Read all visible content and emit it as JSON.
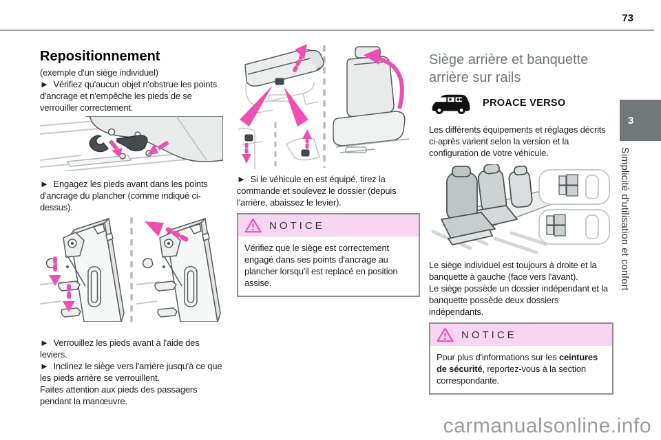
{
  "page": {
    "number": "73",
    "watermark": "carmanualsonline.info"
  },
  "sidebar": {
    "chapter_number": "3",
    "chapter_title": "Simplicité d'utilisation et confort"
  },
  "column1": {
    "heading": "Repositionnement",
    "subheading": "(exemple d'un siège individuel)",
    "para_verify": "►  Vérifiez qu'aucun objet n'obstrue les points d'ancrage et n'empêche les pieds de se verrouiller correctement.",
    "para_engage": "►  Engagez les pieds avant dans les points d'ancrage du plancher (comme indiqué ci-dessus).",
    "para_lock": "►  Verrouillez les pieds avant à l'aide des leviers.",
    "para_tilt": "►  Inclinez le siège vers l'arrière jusqu'à ce que les pieds arrière se verrouillent.",
    "para_caution": "Faites attention aux pieds des passagers pendant la manœuvre."
  },
  "column2": {
    "para_lever": "►  Si le véhicule en est équipé, tirez la commande et soulevez le dossier (depuis l'arrière, abaissez le levier).",
    "notice": {
      "title": "NOTICE",
      "body": "Vérifiez que le siège est correctement engagé dans ses points d'ancrage au plancher lorsqu'il est replacé en position assise."
    }
  },
  "column3": {
    "heading": "Siège arrière et banquette arrière sur rails",
    "model_badge": "PROACE VERSO",
    "para_intro": "Les différents équipements et réglages décrits ci-après varient selon la version et la configuration de votre véhicule.",
    "para_position": "Le siège individuel est toujours à droite et la banquette à gauche (face vers l'avant).",
    "para_backrest": "Le siège possède un dossier indépendant et la banquette possède deux dossiers indépendants.",
    "notice": {
      "title": "NOTICE",
      "body_pre": "Pour plus d'informations sur les ",
      "body_bold": "ceintures de sécurité",
      "body_post": ", reportez-vous à la section correspondante."
    }
  },
  "icons": {
    "notice": "warning-triangle-icon",
    "model": "van-icon"
  },
  "colors": {
    "accent_pink": "#ee4fb2",
    "notice_header_bg": "#f8d5f2",
    "chapter_tab_gray": "#72787a",
    "section_heading_gray": "#6e7577"
  }
}
